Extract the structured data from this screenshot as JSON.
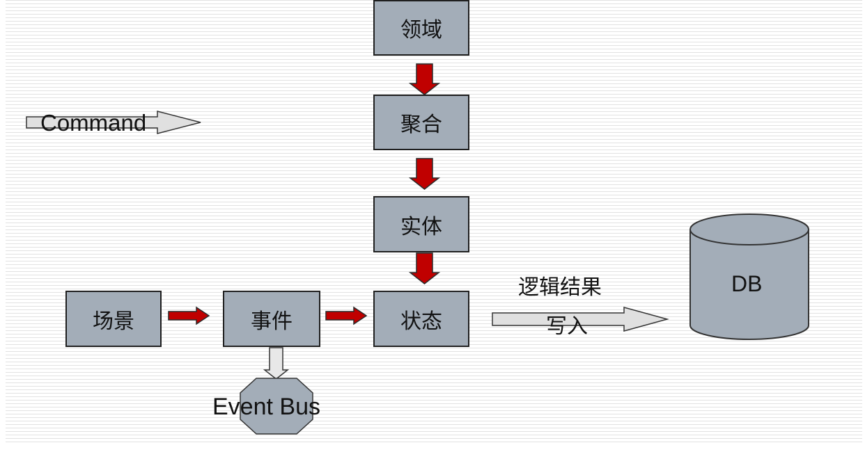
{
  "nodes": {
    "domain": "领域",
    "aggregate": "聚合",
    "entity": "实体",
    "state": "状态",
    "scenario": "场景",
    "event": "事件",
    "db": "DB",
    "event_bus": "Event Bus"
  },
  "labels": {
    "command": "Command",
    "logic_result": "逻辑结果",
    "write_in": "写入"
  },
  "colors": {
    "box_fill": "#a3adb8",
    "box_border": "#1f1f1f",
    "red_arrow": "#c00000",
    "gray_arrow": "#e0e0e0"
  }
}
